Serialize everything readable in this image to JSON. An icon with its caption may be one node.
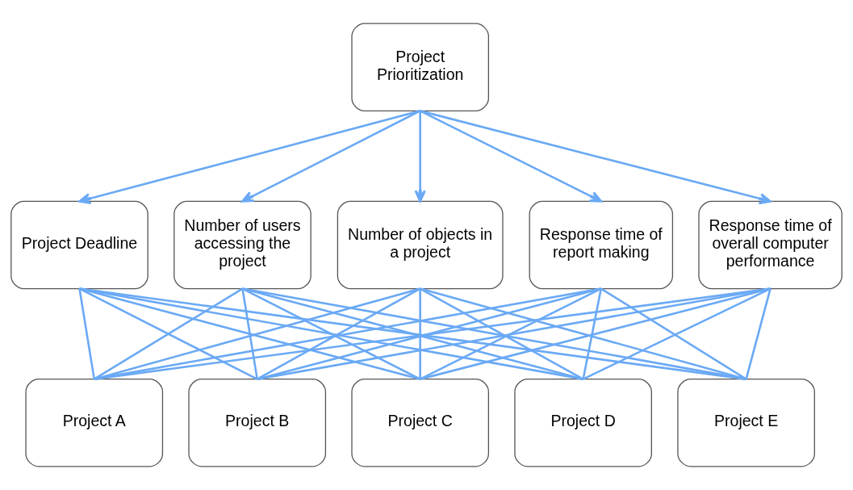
{
  "diagram": {
    "nodes": [
      {
        "text": [
          "Project Prioritization"
        ]
      },
      {
        "text": [
          "Project Deadline"
        ]
      },
      {
        "text": [
          "Number of users accessing the project"
        ]
      },
      {
        "text": [
          "Number of objects in a project"
        ]
      },
      {
        "text": [
          "Response time of report making"
        ]
      },
      {
        "text": [
          "Response time of overall computer performance"
        ]
      },
      {
        "text": [
          "Project A"
        ]
      },
      {
        "text": [
          "Project B"
        ]
      },
      {
        "text": [
          "Project C"
        ]
      },
      {
        "text": [
          "Project D"
        ]
      },
      {
        "text": [
          "Project E"
        ]
      }
    ],
    "edges": [
      {
        "from": 0,
        "to": 1,
        "arrow": "to"
      },
      {
        "from": 0,
        "to": 2,
        "arrow": "to"
      },
      {
        "from": 0,
        "to": 3,
        "arrow": "to"
      },
      {
        "from": 0,
        "to": 4,
        "arrow": "to"
      },
      {
        "from": 0,
        "to": 5,
        "arrow": "to"
      },
      {
        "from": 1,
        "to": 6,
        "arrow": "none"
      },
      {
        "from": 1,
        "to": 7,
        "arrow": "none"
      },
      {
        "from": 1,
        "to": 8,
        "arrow": "none"
      },
      {
        "from": 1,
        "to": 9,
        "arrow": "none"
      },
      {
        "from": 1,
        "to": 10,
        "arrow": "none"
      },
      {
        "from": 2,
        "to": 6,
        "arrow": "none"
      },
      {
        "from": 2,
        "to": 7,
        "arrow": "none"
      },
      {
        "from": 2,
        "to": 8,
        "arrow": "none"
      },
      {
        "from": 2,
        "to": 9,
        "arrow": "none"
      },
      {
        "from": 2,
        "to": 10,
        "arrow": "none"
      },
      {
        "from": 3,
        "to": 6,
        "arrow": "none"
      },
      {
        "from": 3,
        "to": 7,
        "arrow": "none"
      },
      {
        "from": 3,
        "to": 8,
        "arrow": "none"
      },
      {
        "from": 3,
        "to": 9,
        "arrow": "none"
      },
      {
        "from": 3,
        "to": 10,
        "arrow": "none"
      },
      {
        "from": 4,
        "to": 6,
        "arrow": "none"
      },
      {
        "from": 4,
        "to": 7,
        "arrow": "none"
      },
      {
        "from": 4,
        "to": 8,
        "arrow": "none"
      },
      {
        "from": 4,
        "to": 9,
        "arrow": "none"
      },
      {
        "from": 4,
        "to": 10,
        "arrow": "none"
      },
      {
        "from": 5,
        "to": 6,
        "arrow": "none"
      },
      {
        "from": 5,
        "to": 7,
        "arrow": "none"
      },
      {
        "from": 5,
        "to": 8,
        "arrow": "none"
      },
      {
        "from": 5,
        "to": 9,
        "arrow": "none"
      },
      {
        "from": 5,
        "to": 10,
        "arrow": "none"
      }
    ]
  }
}
